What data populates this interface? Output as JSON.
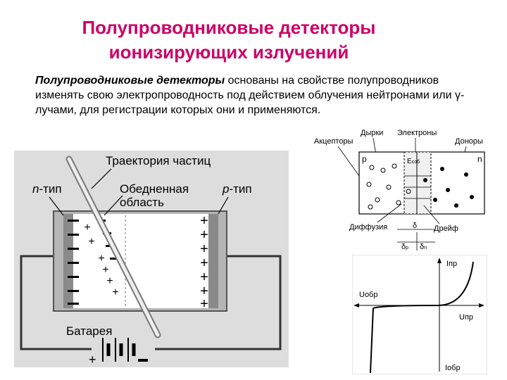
{
  "title": {
    "line1": "Полупроводниковые детекторы",
    "line2": "ионизирующих излучений"
  },
  "intro": {
    "emphasis": "Полупроводниковые детекторы",
    "text": " основаны на свойстве полупроводников изменять свою электропроводность под действием облучения нейтронами или γ-лучами, для регистрации которых они и применяются."
  },
  "fig_detector": {
    "trajectory_label": "Траектория  частиц",
    "n_type_prefix": "n",
    "n_type_suffix": "-тип",
    "depletion_line1": "Обедненная",
    "depletion_line2": "область",
    "p_type_prefix": "p",
    "p_type_suffix": "-тип",
    "battery_label": "Батарея",
    "plus": "+",
    "minus": "-",
    "colors": {
      "background": "#dddddd",
      "crystal": "#ffffff",
      "wire": "#333333"
    }
  },
  "fig_junction": {
    "acceptors": "Акцепторы",
    "holes": "Дырки",
    "electrons": "Электроны",
    "donors": "Доноры",
    "p_region": "p",
    "n_region": "n",
    "field_label": "Е",
    "field_sub": "соб",
    "diffusion": "Диффузия",
    "drift": "Дрейф",
    "delta": "δ",
    "delta_p": "p",
    "delta_n": "n"
  },
  "fig_iv": {
    "i_forward": "Iпр",
    "u_reverse": "Uобр",
    "u_forward": "Uпр",
    "i_reverse": "Iобр"
  }
}
